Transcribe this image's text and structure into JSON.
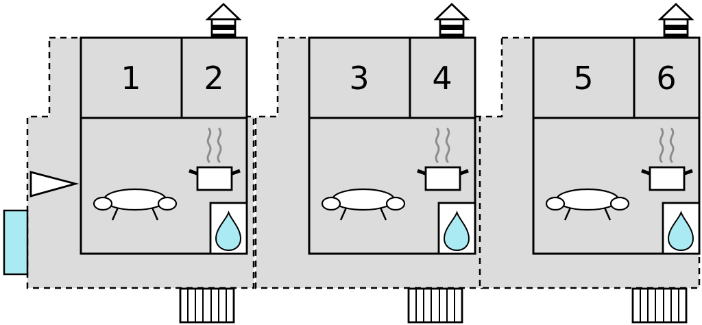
{
  "colors": {
    "plot_fill": "#dcdcdc",
    "wall": "#000000",
    "water": "#a9eaf3",
    "steam": "#8c8c8c",
    "background": "#ffffff"
  },
  "units": [
    {
      "id": "unit-1",
      "rooms": [
        {
          "label": "1"
        },
        {
          "label": "2"
        }
      ]
    },
    {
      "id": "unit-2",
      "rooms": [
        {
          "label": "3"
        },
        {
          "label": "4"
        }
      ]
    },
    {
      "id": "unit-3",
      "rooms": [
        {
          "label": "5"
        },
        {
          "label": "6"
        }
      ]
    }
  ],
  "icons": {
    "chimney": "chimney-icon",
    "sofa": "sofa-icon",
    "cooking_pot": "cooking-pot-icon",
    "water_drop": "water-drop-icon",
    "stairs": "stairs-icon",
    "entrance_arrow": "entrance-arrow-icon",
    "water_feature": "water-feature"
  }
}
